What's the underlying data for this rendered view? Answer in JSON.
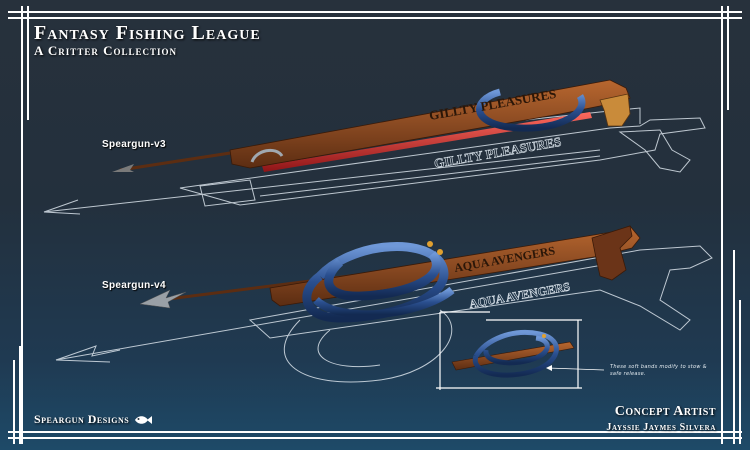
{
  "header": {
    "title": "Fantasy Fishing League",
    "subtitle": "A Critter Collection"
  },
  "weapons": [
    {
      "label": "Speargun-v3",
      "engraving": "GILLTY PLEASURES"
    },
    {
      "label": "Speargun-v4",
      "engraving": "AQUA AVENGERS"
    }
  ],
  "callout": {
    "note": "These soft bands modify to stow & safe release."
  },
  "footer": {
    "studio": "Speargun Designs",
    "role": "Concept Artist",
    "artist": "Jayssie Jaymes Silvera"
  },
  "colors": {
    "wood": "#8a4a22",
    "wood_dark": "#5c2d12",
    "band_blue": "#2a4f8f",
    "red_rod": "#c8292a",
    "sketch_line": "#d9e2ea"
  }
}
